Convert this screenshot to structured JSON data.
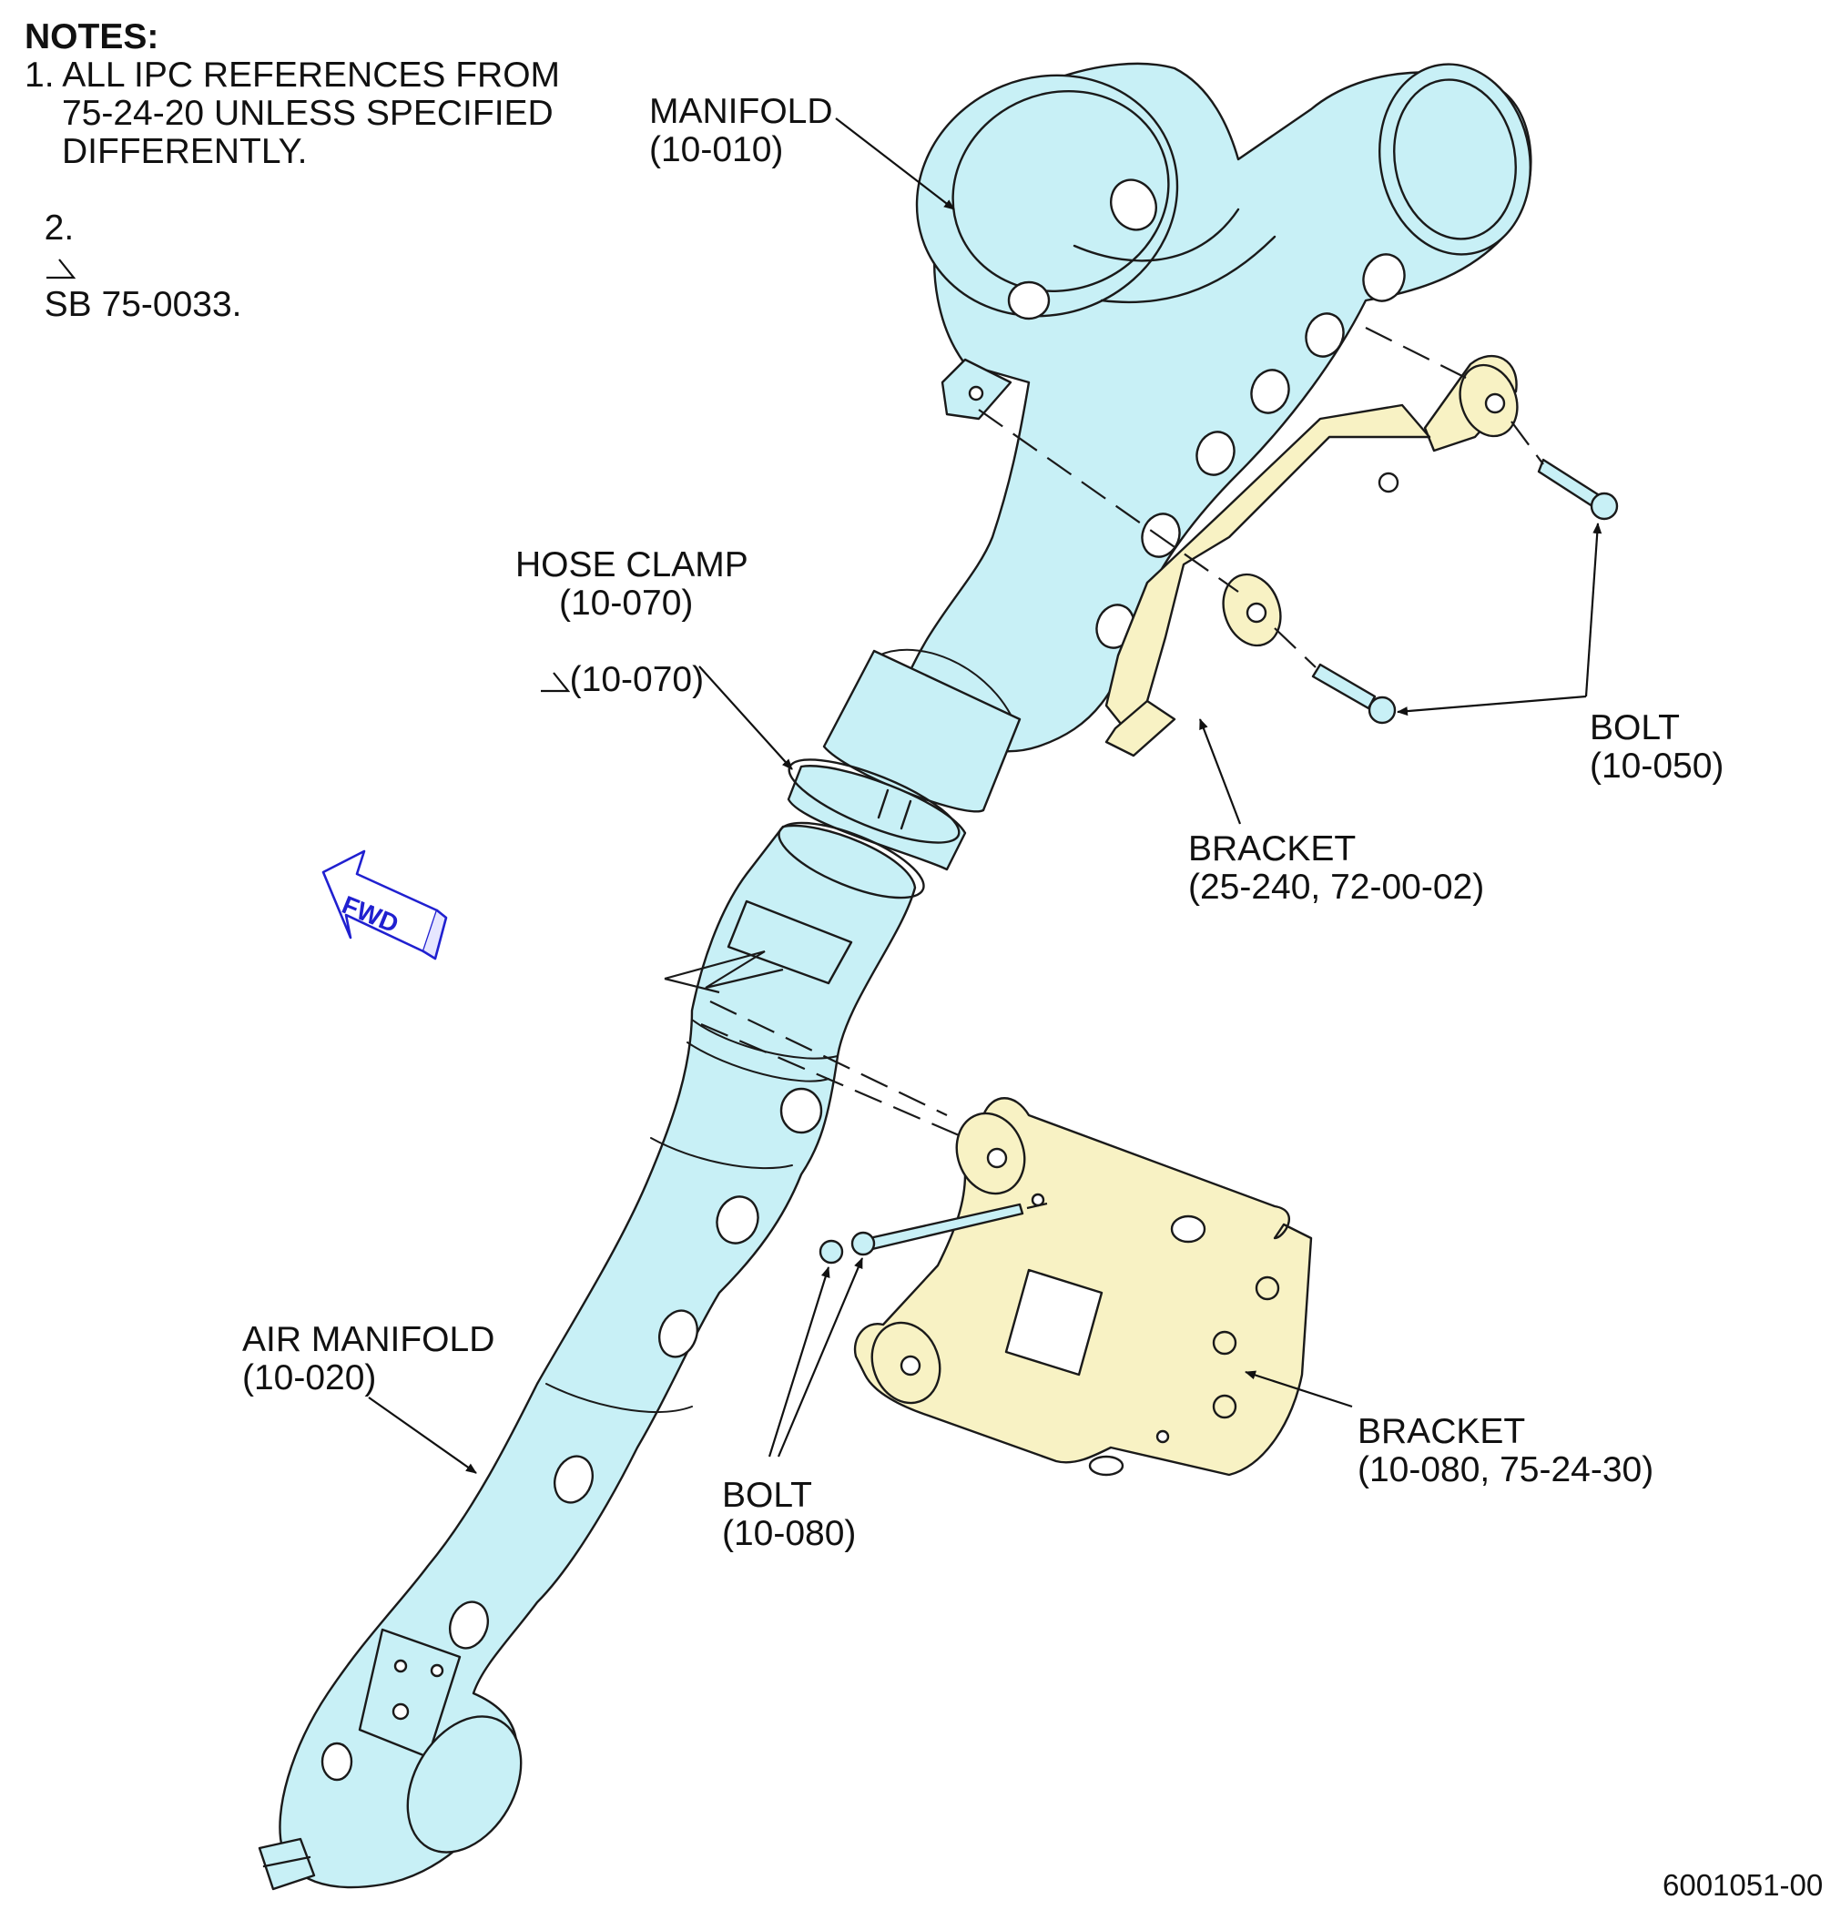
{
  "notes": {
    "title": "NOTES:",
    "line1": "1. ALL IPC REFERENCES FROM",
    "line2": "75-24-20 UNLESS SPECIFIED",
    "line3": "DIFFERENTLY.",
    "line4_prefix": "2.",
    "line4_text": "SB 75-0033."
  },
  "labels": {
    "manifold": {
      "name": "MANIFOLD",
      "ref": "(10-010)"
    },
    "hose_clamp": {
      "name": "HOSE CLAMP",
      "ref": "(10-070)",
      "ref_sb": "(10-070)"
    },
    "bolt_upper": {
      "name": "BOLT",
      "ref": "(10-050)"
    },
    "bracket_upper": {
      "name": "BRACKET",
      "ref": "(25-240, 72-00-02)"
    },
    "air_manifold": {
      "name": "AIR MANIFOLD",
      "ref": "(10-020)"
    },
    "bolt_lower": {
      "name": "BOLT",
      "ref": "(10-080)"
    },
    "bracket_lower": {
      "name": "BRACKET",
      "ref": "(10-080, 75-24-30)"
    },
    "fwd": "FWD"
  },
  "figure_number": "6001051-00",
  "colors": {
    "manifold_fill": "#c8f0f6",
    "bracket_fill": "#f8f2c4",
    "line": "#1a1a1a",
    "fwd_arrow": "#2020d0"
  }
}
